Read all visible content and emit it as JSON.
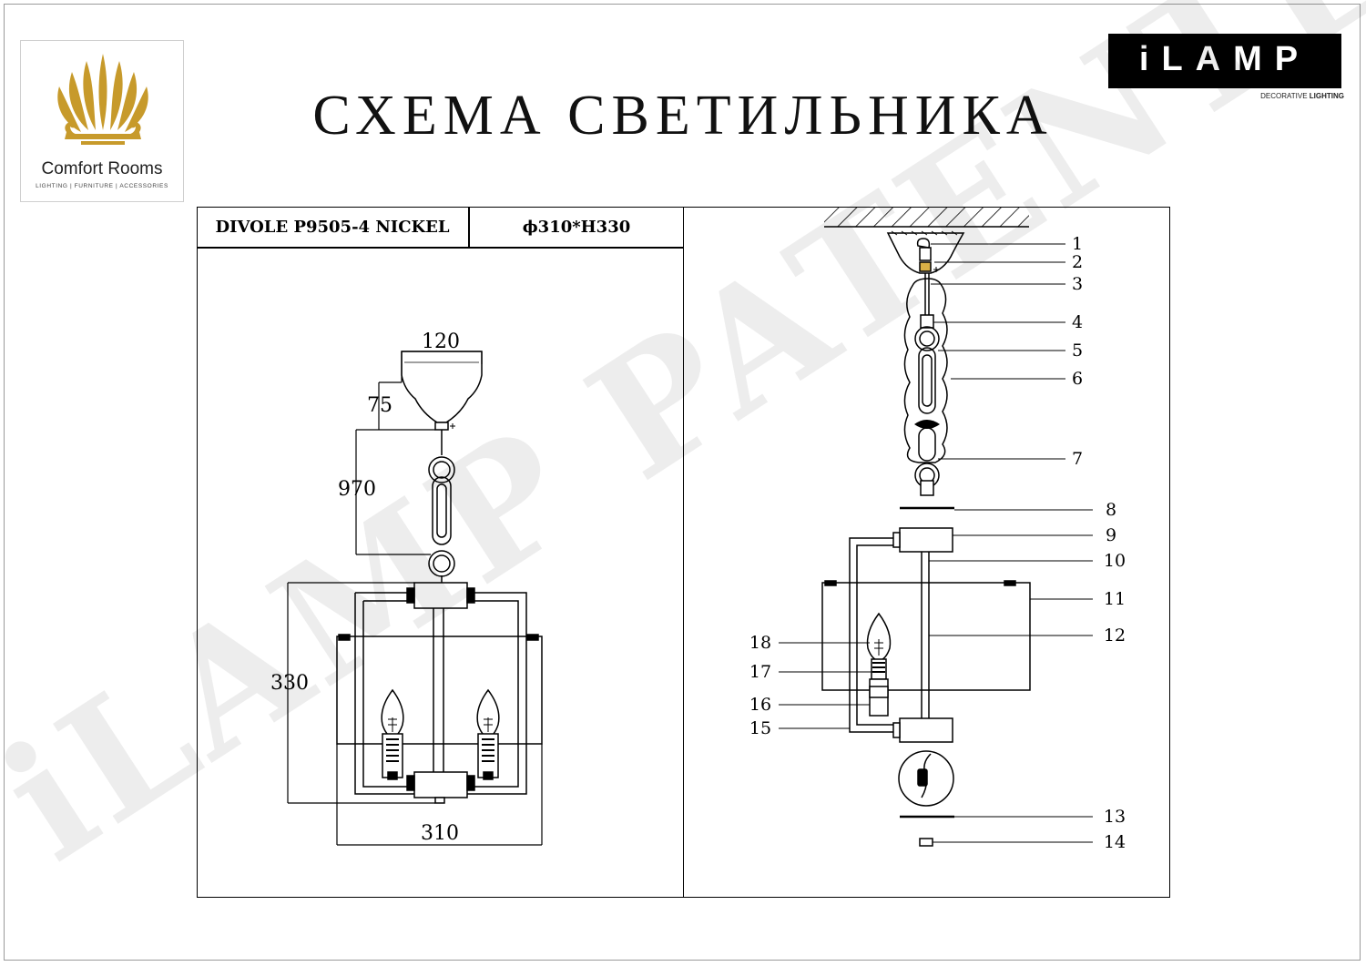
{
  "title": "СХЕМА СВЕТИЛЬНИКА",
  "logo_left": {
    "name": "Comfort Rooms",
    "tagline": "LIGHTING | FURNITURE | ACCESSORIES",
    "accent": "#c79a2b"
  },
  "logo_right": {
    "brand": "iLAMP",
    "subtitle_prefix": "DECORATIVE",
    "subtitle_bold": "LIGHTING"
  },
  "watermark": "iLAMP PATENTED",
  "header": {
    "model": "DIVOLE P9505-4 NICKEL",
    "size": "ϕ310*H330"
  },
  "dimensions": {
    "canopy_width": "120",
    "canopy_height": "75",
    "chain_length": "970",
    "height": "330",
    "width": "310"
  },
  "parts_right": [
    "1",
    "2",
    "3",
    "4",
    "5",
    "6",
    "7",
    "8",
    "9",
    "10",
    "11",
    "12",
    "13",
    "14"
  ],
  "parts_left": [
    "18",
    "17",
    "16",
    "15"
  ]
}
